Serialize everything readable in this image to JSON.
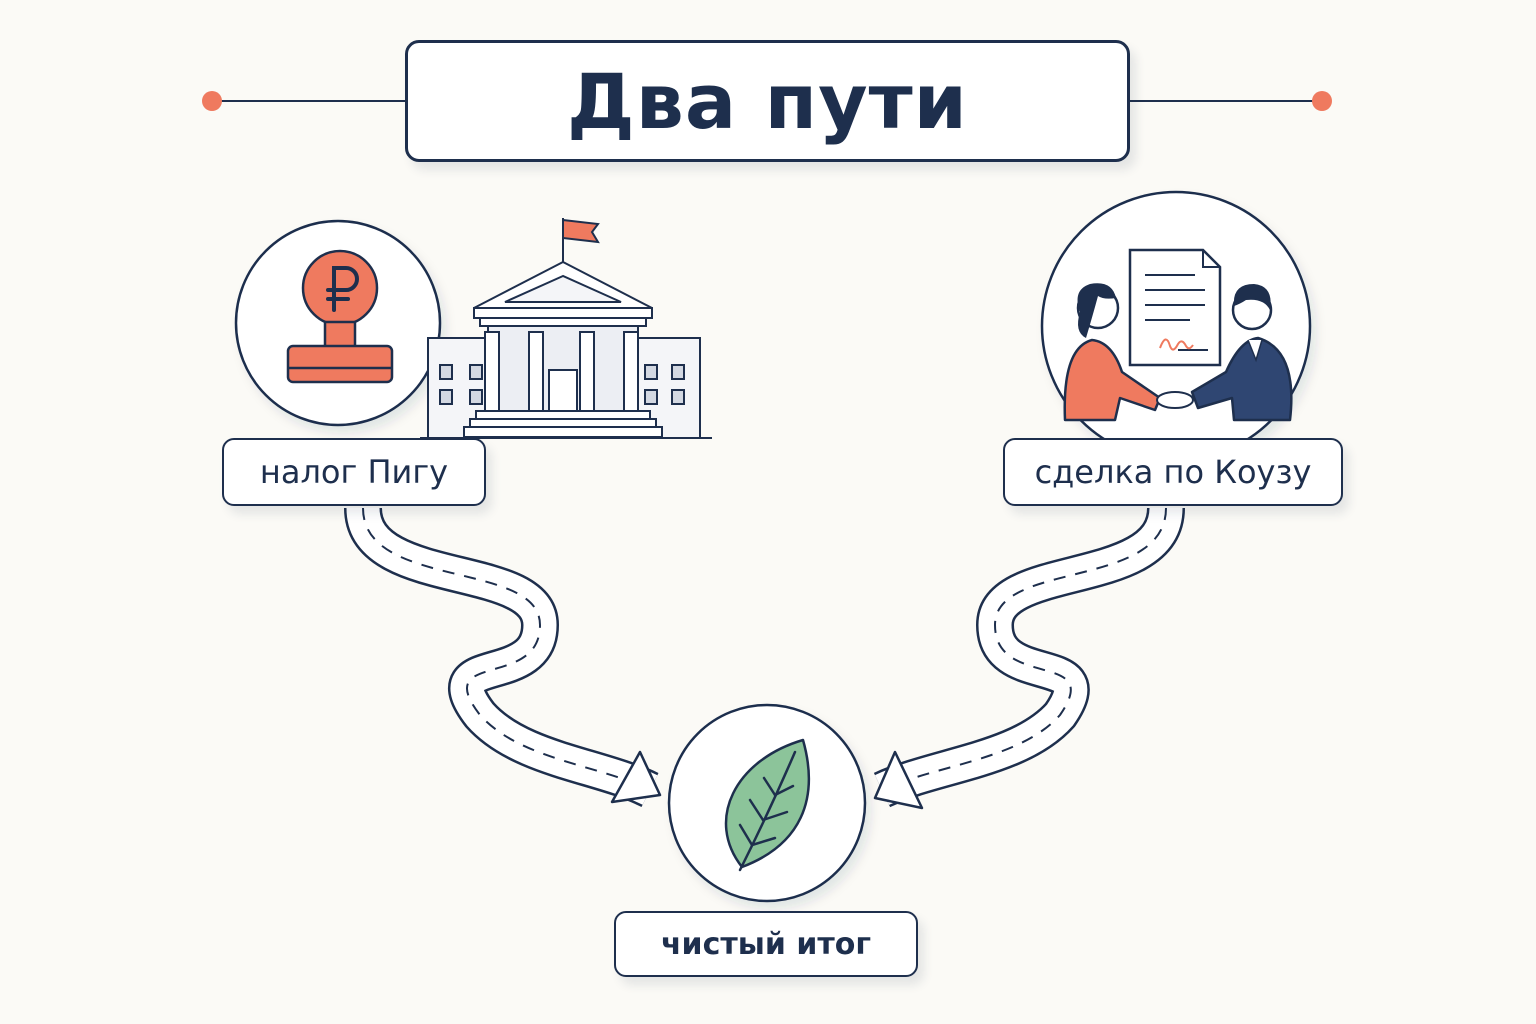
{
  "title": "Два пути",
  "left_path": {
    "label": "налог Пигу",
    "icons": [
      "ruble-stamp-icon",
      "government-building-icon"
    ]
  },
  "right_path": {
    "label": "сделка по Коузу",
    "icons": [
      "contract-handshake-icon"
    ]
  },
  "result": {
    "label": "чистый итог",
    "icon": "leaf-icon"
  },
  "colors": {
    "navy": "#1e2f4d",
    "accent": "#ef7a5f",
    "leaf": "#8cc49a",
    "background": "#fbfaf6"
  }
}
